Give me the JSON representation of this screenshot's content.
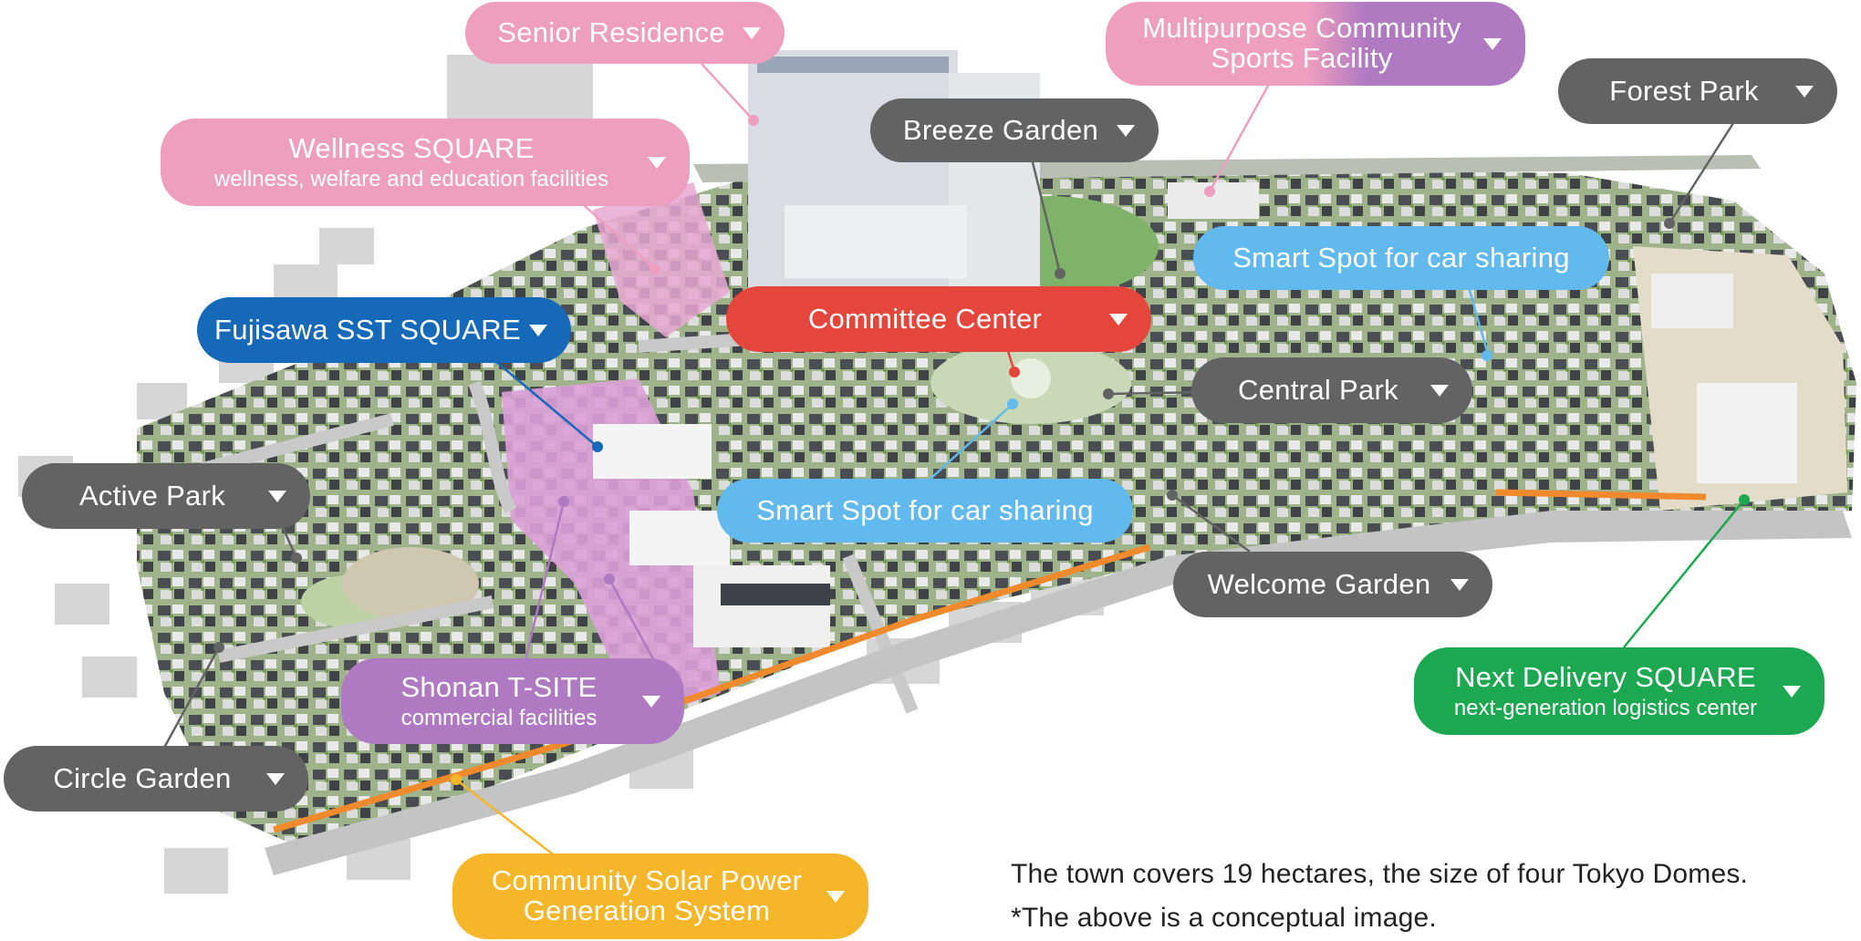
{
  "callouts": {
    "senior_residence": "Senior Residence",
    "multipurpose": {
      "line1": "Multipurpose Community",
      "line2": "Sports Facility"
    },
    "forest_park": "Forest Park",
    "breeze_garden": "Breeze Garden",
    "wellness": {
      "line1": "Wellness SQUARE",
      "line2": "wellness, welfare and education facilities"
    },
    "smart_spot_top": "Smart Spot for car sharing",
    "fujisawa": "Fujisawa SST SQUARE",
    "committee": "Committee Center",
    "central_park": "Central Park",
    "active_park": "Active Park",
    "smart_spot_mid": "Smart Spot for car sharing",
    "welcome_garden": "Welcome Garden",
    "shonan": {
      "line1": "Shonan T-SITE",
      "line2": "commercial facilities"
    },
    "next_delivery": {
      "line1": "Next Delivery SQUARE",
      "line2": "next-generation logistics center"
    },
    "circle_garden": "Circle Garden",
    "solar": {
      "line1": "Community Solar Power",
      "line2": "Generation System"
    }
  },
  "notes": {
    "size": "The town covers 19 hectares, the size of four Tokyo Domes.",
    "disclaimer": "*The above is a conceptual image."
  },
  "colors": {
    "gray": "#636363",
    "pink": "#ef9fbe",
    "blue": "#1668b8",
    "red": "#e5463c",
    "light_blue": "#62b9ee",
    "purple": "#b07ac3",
    "green": "#1ca850",
    "yellow": "#f5b62a"
  },
  "icons": {
    "callout_toggle": "triangle-down-icon"
  }
}
